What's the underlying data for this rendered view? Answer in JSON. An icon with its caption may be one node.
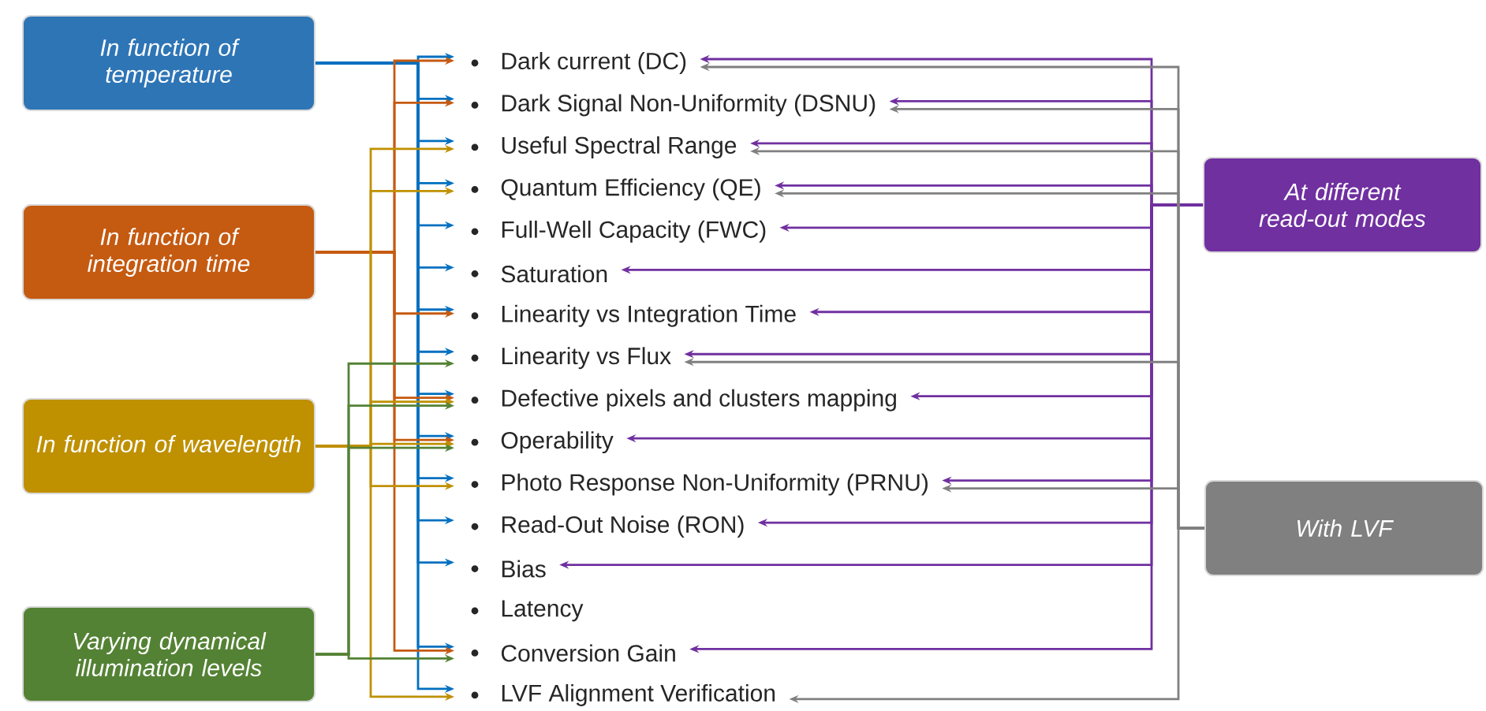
{
  "diagram": {
    "nodes": [
      {
        "text": [
          "In function of temperature"
        ]
      },
      {
        "text": [
          "In function of integration time"
        ]
      },
      {
        "text": [
          "In function of wavelength"
        ]
      },
      {
        "text": [
          "Varying dynamical illumination levels"
        ]
      },
      {
        "text": [
          "At different read-out  modes"
        ]
      },
      {
        "text": [
          "With LVF"
        ]
      },
      {
        "text": [
          "Dark current (DC)"
        ]
      },
      {
        "text": [
          "Dark Signal Non-Uniformity (DSNU)"
        ]
      },
      {
        "text": [
          "Useful Spectral Range"
        ]
      },
      {
        "text": [
          "Quantum Efficiency (QE)"
        ]
      },
      {
        "text": [
          "Full-Well Capacity (FWC)"
        ]
      },
      {
        "text": [
          "Saturation"
        ]
      },
      {
        "text": [
          "Linearity vs Integration Time"
        ]
      },
      {
        "text": [
          "Linearity vs Flux"
        ]
      },
      {
        "text": [
          "Defective pixels and clusters mapping"
        ]
      },
      {
        "text": [
          "Operability"
        ]
      },
      {
        "text": [
          "Photo Response Non-Uniformity (PRNU)"
        ]
      },
      {
        "text": [
          "Read-Out Noise (RON)"
        ]
      },
      {
        "text": [
          "Bias"
        ]
      },
      {
        "text": [
          "Latency"
        ]
      },
      {
        "text": [
          "Conversion Gain"
        ]
      },
      {
        "text": [
          "LVF Alignment Verification"
        ]
      }
    ],
    "edges": [
      {
        "from": 0,
        "to": 6,
        "arrow": "to"
      },
      {
        "from": 0,
        "to": 7,
        "arrow": "to"
      },
      {
        "from": 0,
        "to": 8,
        "arrow": "to"
      },
      {
        "from": 0,
        "to": 9,
        "arrow": "to"
      },
      {
        "from": 0,
        "to": 10,
        "arrow": "to"
      },
      {
        "from": 0,
        "to": 11,
        "arrow": "to"
      },
      {
        "from": 0,
        "to": 12,
        "arrow": "to"
      },
      {
        "from": 0,
        "to": 13,
        "arrow": "to"
      },
      {
        "from": 0,
        "to": 14,
        "arrow": "to"
      },
      {
        "from": 0,
        "to": 15,
        "arrow": "to"
      },
      {
        "from": 0,
        "to": 16,
        "arrow": "to"
      },
      {
        "from": 0,
        "to": 17,
        "arrow": "to"
      },
      {
        "from": 0,
        "to": 18,
        "arrow": "to"
      },
      {
        "from": 0,
        "to": 20,
        "arrow": "to"
      },
      {
        "from": 0,
        "to": 21,
        "arrow": "to"
      },
      {
        "from": 1,
        "to": 6,
        "arrow": "to",
        "color": "#c55a11"
      },
      {
        "from": 1,
        "to": 7,
        "arrow": "to",
        "color": "#c55a11"
      },
      {
        "from": 1,
        "to": 12,
        "arrow": "to",
        "color": "#c55a11"
      },
      {
        "from": 1,
        "to": 14,
        "arrow": "to",
        "color": "#c55a11"
      },
      {
        "from": 1,
        "to": 15,
        "arrow": "to",
        "color": "#c55a11"
      },
      {
        "from": 1,
        "to": 20,
        "arrow": "to",
        "color": "#c55a11"
      },
      {
        "from": 2,
        "to": 8,
        "arrow": "to",
        "color": "#bf9000"
      },
      {
        "from": 2,
        "to": 9,
        "arrow": "to",
        "color": "#bf9000"
      },
      {
        "from": 2,
        "to": 14,
        "arrow": "to",
        "color": "#bf9000"
      },
      {
        "from": 2,
        "to": 15,
        "arrow": "to",
        "color": "#bf9000"
      },
      {
        "from": 2,
        "to": 16,
        "arrow": "to",
        "color": "#bf9000"
      },
      {
        "from": 2,
        "to": 21,
        "arrow": "to",
        "color": "#bf9000"
      },
      {
        "from": 3,
        "to": 13,
        "arrow": "to",
        "color": "#548235"
      },
      {
        "from": 3,
        "to": 14,
        "arrow": "to",
        "color": "#548235"
      },
      {
        "from": 3,
        "to": 15,
        "arrow": "to",
        "color": "#548235"
      },
      {
        "from": 3,
        "to": 20,
        "arrow": "to",
        "color": "#548235"
      },
      {
        "from": 4,
        "to": 6,
        "arrow": "to",
        "color": "#7030a0"
      },
      {
        "from": 4,
        "to": 7,
        "arrow": "to",
        "color": "#7030a0"
      },
      {
        "from": 4,
        "to": 8,
        "arrow": "to",
        "color": "#7030a0"
      },
      {
        "from": 4,
        "to": 9,
        "arrow": "to",
        "color": "#7030a0"
      },
      {
        "from": 4,
        "to": 10,
        "arrow": "to",
        "color": "#7030a0"
      },
      {
        "from": 4,
        "to": 11,
        "arrow": "to",
        "color": "#7030a0"
      },
      {
        "from": 4,
        "to": 12,
        "arrow": "to",
        "color": "#7030a0"
      },
      {
        "from": 4,
        "to": 13,
        "arrow": "to",
        "color": "#7030a0"
      },
      {
        "from": 4,
        "to": 14,
        "arrow": "to",
        "color": "#7030a0"
      },
      {
        "from": 4,
        "to": 15,
        "arrow": "to",
        "color": "#7030a0"
      },
      {
        "from": 4,
        "to": 16,
        "arrow": "to",
        "color": "#7030a0"
      },
      {
        "from": 4,
        "to": 17,
        "arrow": "to",
        "color": "#7030a0"
      },
      {
        "from": 4,
        "to": 18,
        "arrow": "to",
        "color": "#7030a0"
      },
      {
        "from": 4,
        "to": 20,
        "arrow": "to",
        "color": "#7030a0"
      },
      {
        "from": 5,
        "to": 6,
        "arrow": "to",
        "color": "#808080"
      },
      {
        "from": 5,
        "to": 7,
        "arrow": "to",
        "color": "#808080"
      },
      {
        "from": 5,
        "to": 8,
        "arrow": "to",
        "color": "#808080"
      },
      {
        "from": 5,
        "to": 9,
        "arrow": "to",
        "color": "#808080"
      },
      {
        "from": 5,
        "to": 13,
        "arrow": "to",
        "color": "#808080"
      },
      {
        "from": 5,
        "to": 16,
        "arrow": "to",
        "color": "#808080"
      },
      {
        "from": 5,
        "to": 21,
        "arrow": "to",
        "color": "#808080"
      }
    ]
  }
}
